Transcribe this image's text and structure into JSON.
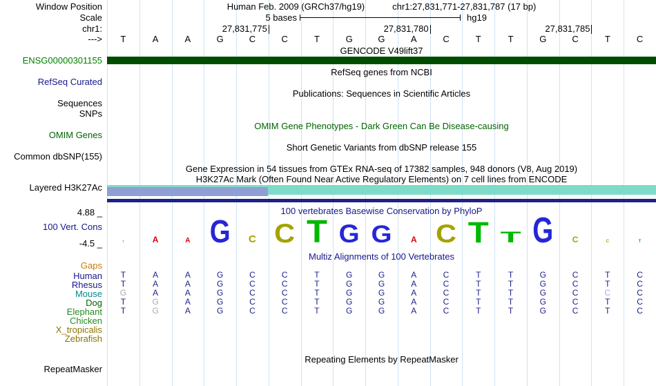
{
  "colors": {
    "grid": "#cfe3f1",
    "blue": "#16168c",
    "green": "#008000",
    "dark_green": "#006400",
    "orange": "#c87d00",
    "gencode_bar": "#004d00",
    "aqua": "#7edbc8",
    "periwinkle": "#8f9fd6",
    "navy": "#1c2186",
    "base": "#20208c",
    "base_muted": "#a9a9a9",
    "base_light": "#9fb4d8",
    "logo": {
      "A": "#dd0000",
      "C": "#a3a300",
      "G": "#2626d8",
      "T": "#00b800"
    }
  },
  "ruler": {
    "window_position_label": "Window Position",
    "scale_label": "Scale",
    "chrom_label": "chr1:",
    "strand_label": "--->",
    "assembly": "Human Feb. 2009 (GRCh37/hg19)",
    "position": "chr1:27,831,771-27,831,787 (17 bp)",
    "scale_text": "5 bases",
    "genome_label": "hg19",
    "ticks": [
      {
        "label": "27,831,775",
        "boundary": 5
      },
      {
        "label": "27,831,780",
        "boundary": 10
      },
      {
        "label": "27,831,785",
        "boundary": 15
      }
    ],
    "sequence": "TAAGCCTGGACTTGCTC"
  },
  "tracks": {
    "gencode": {
      "title": "GENCODE V49lift37",
      "gene_label": "ENSG00000301155"
    },
    "refseq": {
      "title": "RefSeq genes from NCBI",
      "label": "RefSeq Curated"
    },
    "publications": {
      "title": "Publications: Sequences in Scientific Articles",
      "label": "Sequences"
    },
    "snps_label": "SNPs",
    "omim": {
      "title": "OMIM Gene Phenotypes - Dark Green Can Be Disease-causing",
      "label": "OMIM Genes"
    },
    "dbsnp": {
      "title": "Short Genetic Variants from dbSNP release 155",
      "label": "Common dbSNP(155)"
    },
    "gtex": {
      "title": "Gene Expression in 54 tissues from GTEx RNA-seq of 17382 samples, 948 donors (V8, Aug 2019)"
    },
    "h3k27ac": {
      "title": "H3K27Ac Mark (Often Found Near Active Regulatory Elements) on 7 cell lines from ENCODE",
      "label": "Layered H3K27Ac"
    },
    "conservation": {
      "title": "100 vertebrates Basewise Conservation by PhyloP",
      "label": "100 Vert. Cons",
      "max_label": "4.88 _",
      "min_label": "-4.5 _",
      "logo": [
        {
          "b": "T",
          "h": 3
        },
        {
          "b": "A",
          "h": 9
        },
        {
          "b": "A",
          "h": 7
        },
        {
          "b": "G",
          "h": 33
        },
        {
          "b": "C",
          "h": 11
        },
        {
          "b": "C",
          "h": 28
        },
        {
          "b": "T",
          "h": 33
        },
        {
          "b": "G",
          "h": 27
        },
        {
          "b": "G",
          "h": 25
        },
        {
          "b": "A",
          "h": 9
        },
        {
          "b": "C",
          "h": 27
        },
        {
          "b": "T",
          "h": 31
        },
        {
          "b": "T",
          "h": 16
        },
        {
          "b": "G",
          "h": 38
        },
        {
          "b": "C",
          "h": 9
        },
        {
          "b": "C",
          "h": 4
        },
        {
          "b": "T",
          "h": 4
        }
      ]
    },
    "multiz": {
      "title": "Multiz Alignments of 100 Vertebrates",
      "gaps_label": "Gaps",
      "species": [
        {
          "name": "Human",
          "color": "#16168c",
          "bases": "TAAGCCTGGACTTGCTC"
        },
        {
          "name": "Rhesus",
          "color": "#16168c",
          "bases": "TAAGCCTGGACTTGCTC"
        },
        {
          "name": "Mouse",
          "color": "#008b8b",
          "bases": "GAAGCCTGGACTTGCCC",
          "muted": [
            0
          ],
          "light": [
            15
          ]
        },
        {
          "name": "Dog",
          "color": "#006400",
          "bases": "TGAGCCTGGACTTGCTC",
          "muted": [
            1
          ]
        },
        {
          "name": "Elephant",
          "color": "#228b22",
          "bases": "TGAGCCTGGACTTGCTC",
          "muted": [
            1
          ]
        },
        {
          "name": "Chicken",
          "color": "#228b22",
          "bases": ""
        },
        {
          "name": "X_tropicalis",
          "color": "#8b7500",
          "bases": ""
        },
        {
          "name": "Zebrafish",
          "color": "#8b7500",
          "bases": ""
        }
      ]
    },
    "repeatmasker": {
      "title": "Repeating Elements by RepeatMasker",
      "label": "RepeatMasker"
    }
  }
}
